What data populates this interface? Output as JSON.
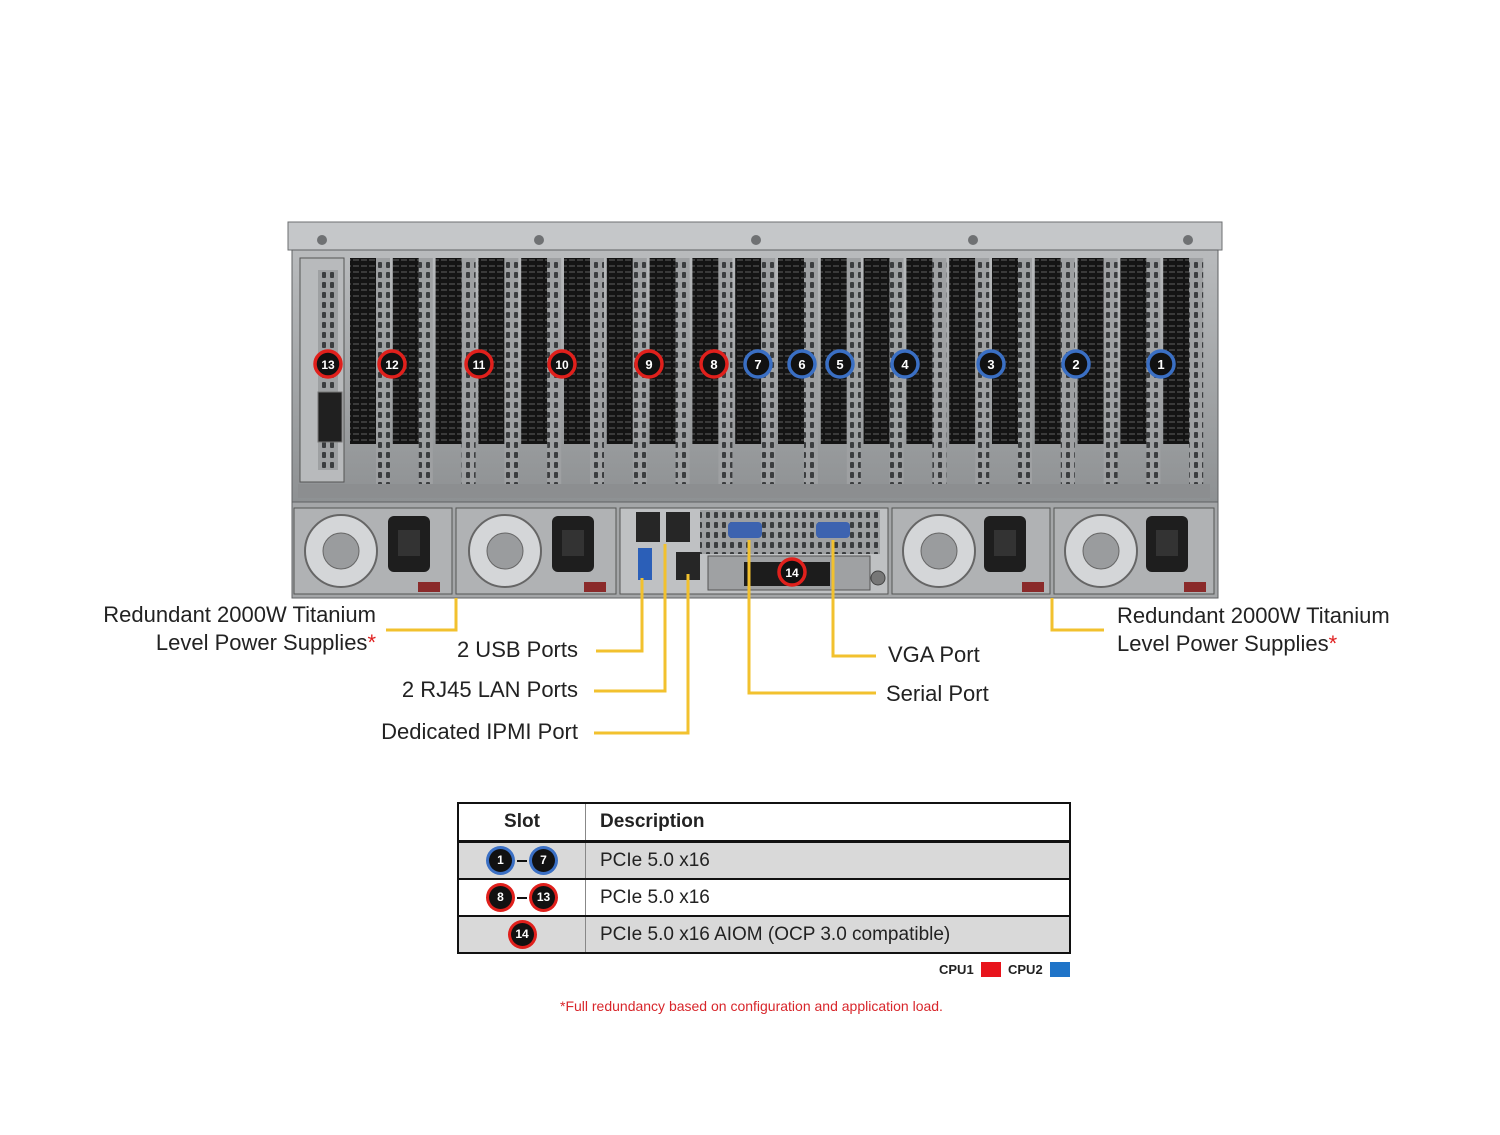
{
  "slot_badges": {
    "13": "13",
    "12": "12",
    "11": "11",
    "10": "10",
    "9": "9",
    "8": "8",
    "7": "7",
    "6": "6",
    "5": "5",
    "4": "4",
    "3": "3",
    "2": "2",
    "1": "1",
    "14": "14"
  },
  "callouts": {
    "psu_left_line1": "Redundant  2000W Titanium",
    "psu_left_line2": "Level Power Supplies",
    "psu_right_line1": "Redundant  2000W Titanium",
    "psu_right_line2": "Level Power Supplies",
    "asterisk": "*",
    "usb": "2 USB Ports",
    "lan": "2 RJ45 LAN Ports",
    "ipmi": "Dedicated IPMI  Port",
    "vga": "VGA Port",
    "serial": "Serial Port"
  },
  "table": {
    "headers": [
      "Slot",
      "Description"
    ],
    "rows": [
      {
        "slot_from": "1",
        "slot_to": "7",
        "color": "blue",
        "description": "PCIe  5.0 x16"
      },
      {
        "slot_from": "8",
        "slot_to": "13",
        "color": "red",
        "description": "PCIe  5.0 x16"
      },
      {
        "slot_from": "14",
        "slot_to": "",
        "color": "red",
        "description": "PCIe  5.0 x16 AIOM  (OCP  3.0 compatible)"
      }
    ]
  },
  "legend": {
    "cpu1_label": "CPU1",
    "cpu1_color": "#e8141c",
    "cpu2_label": "CPU2",
    "cpu2_color": "#1f74c8"
  },
  "footnote": "*Full redundancy based on configuration and application load.",
  "colors": {
    "callout_line": "#f2c12e",
    "cpu1": "#e0201c",
    "cpu2": "#3a6fc4"
  }
}
